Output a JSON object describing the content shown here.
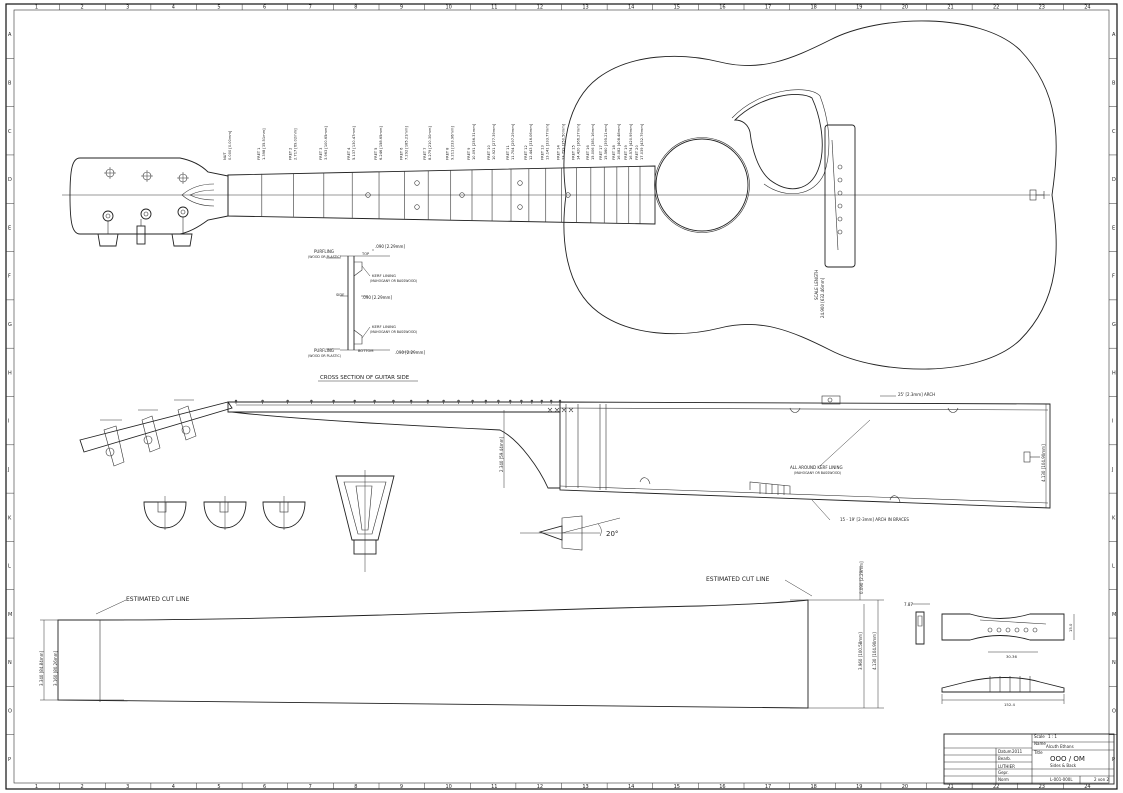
{
  "border": {
    "columns": [
      "1",
      "2",
      "3",
      "4",
      "5",
      "6",
      "7",
      "8",
      "9",
      "10",
      "11",
      "12",
      "13",
      "14",
      "15",
      "16",
      "17",
      "18",
      "19",
      "20",
      "21",
      "22",
      "23",
      "24"
    ],
    "rows": [
      "A",
      "B",
      "C",
      "D",
      "E",
      "F",
      "G",
      "H",
      "I",
      "J",
      "K",
      "L",
      "M",
      "N",
      "O",
      "P"
    ]
  },
  "frets": [
    {
      "label": "NUT",
      "dim": "0.000 [0.00mm]"
    },
    {
      "label": "FRET 1",
      "dim": "1.398 [35.51mm]"
    },
    {
      "label": "FRET 2",
      "dim": "2.717 [69.02mm]"
    },
    {
      "label": "FRET 3",
      "dim": "3.963 [100.65mm]"
    },
    {
      "label": "FRET 4",
      "dim": "5.137 [130.47mm]"
    },
    {
      "label": "FRET 5",
      "dim": "6.246 [158.65mm]"
    },
    {
      "label": "FRET 6",
      "dim": "7.292 [185.21mm]"
    },
    {
      "label": "FRET 7",
      "dim": "8.279 [210.30mm]"
    },
    {
      "label": "FRET 8",
      "dim": "9.211 [233.96mm]"
    },
    {
      "label": "FRET 9",
      "dim": "10.091 [256.31mm]"
    },
    {
      "label": "FRET 10",
      "dim": "10.921 [277.39mm]"
    },
    {
      "label": "FRET 11",
      "dim": "11.704 [297.29mm]"
    },
    {
      "label": "FRET 12",
      "dim": "12.443 [316.06mm]"
    },
    {
      "label": "FRET 13",
      "dim": "13.141 [333.77mm]"
    },
    {
      "label": "FRET 14",
      "dim": "13.799 [350.50mm]"
    },
    {
      "label": "FRET 15",
      "dim": "14.420 [366.27mm]"
    },
    {
      "label": "FRET 16",
      "dim": "15.006 [381.16mm]"
    },
    {
      "label": "FRET 17",
      "dim": "15.560 [395.21mm]"
    },
    {
      "label": "FRET 18",
      "dim": "16.082 [408.48mm]"
    },
    {
      "label": "FRET 19",
      "dim": "16.574 [420.99mm]"
    },
    {
      "label": "FRET 20",
      "dim": "17.039 [432.79mm]"
    }
  ],
  "scale_label": "SCALE LENGTH",
  "scale_value": "24.900 [632.46mm]",
  "cross_section": {
    "title": "CROSS SECTION OF GUITAR SIDE",
    "purfling_top": "PURFLING",
    "purfling_top_sub": "(WOOD OR PLASTIC)",
    "purfling_bottom": "PURFLING",
    "purfling_bottom_sub": "(WOOD OR PLASTIC)",
    "dim_top": ".090 [2.29mm]",
    "dim_top_label": "TOP",
    "kerf_top": "KERF LINING",
    "kerf_top_sub": "(MAHOGANY OR BASSWOOD)",
    "dim_side": ".090 [2.29mm]",
    "side_label": "SIDE",
    "kerf_bottom": "KERF LINING",
    "kerf_bottom_sub": "(MAHOGANY OR BASSWOOD)",
    "bottom_label": "BOTTOM",
    "dim_bottom": ".090 [2.29mm]"
  },
  "side_view": {
    "top_arch": "25' [2.3mm] ARCH",
    "lining": "ALL AROUND KERF LINING",
    "lining_sub": "(MAHOGANY OR BASSWOOD)",
    "brace_arch": "15 - 19' [2-3mm] ARCH IN BRACES",
    "neck_depth": "2.340 [59.44mm]",
    "body_depth": "4.130 [104.90mm]"
  },
  "angle_label": "20°",
  "sides": {
    "left_cut": "ESTIMATED CUT LINE",
    "right_cut": "ESTIMATED CUT LINE",
    "left_outer": "3.340 [84.84mm]",
    "left_inner": "3.160 [80.26mm]",
    "right_top": "0.090 [2.29mm]",
    "right_inner": "3.960 [100.58mm]",
    "right_outer": "4.130 [104.90mm]"
  },
  "bridge": {
    "height": "7.87",
    "width": "30.36",
    "depth": "15.0",
    "length": "152.4"
  },
  "title_block": {
    "scale_label": "Scale",
    "scale_value": "1 : 1",
    "author_label": "Name",
    "author": "Alcuth Ethans",
    "title_label": "Title",
    "title": "OOO / OM",
    "subtitle": "Sides & Back",
    "company": "LUTHIER",
    "drawing_no": "L-001-000L",
    "sheet": "2 von 2",
    "date_label": "Datum",
    "date": "2011",
    "drawn_label": "Bearb.",
    "checked_label": "Gepr.",
    "norm_label": "Norm"
  }
}
